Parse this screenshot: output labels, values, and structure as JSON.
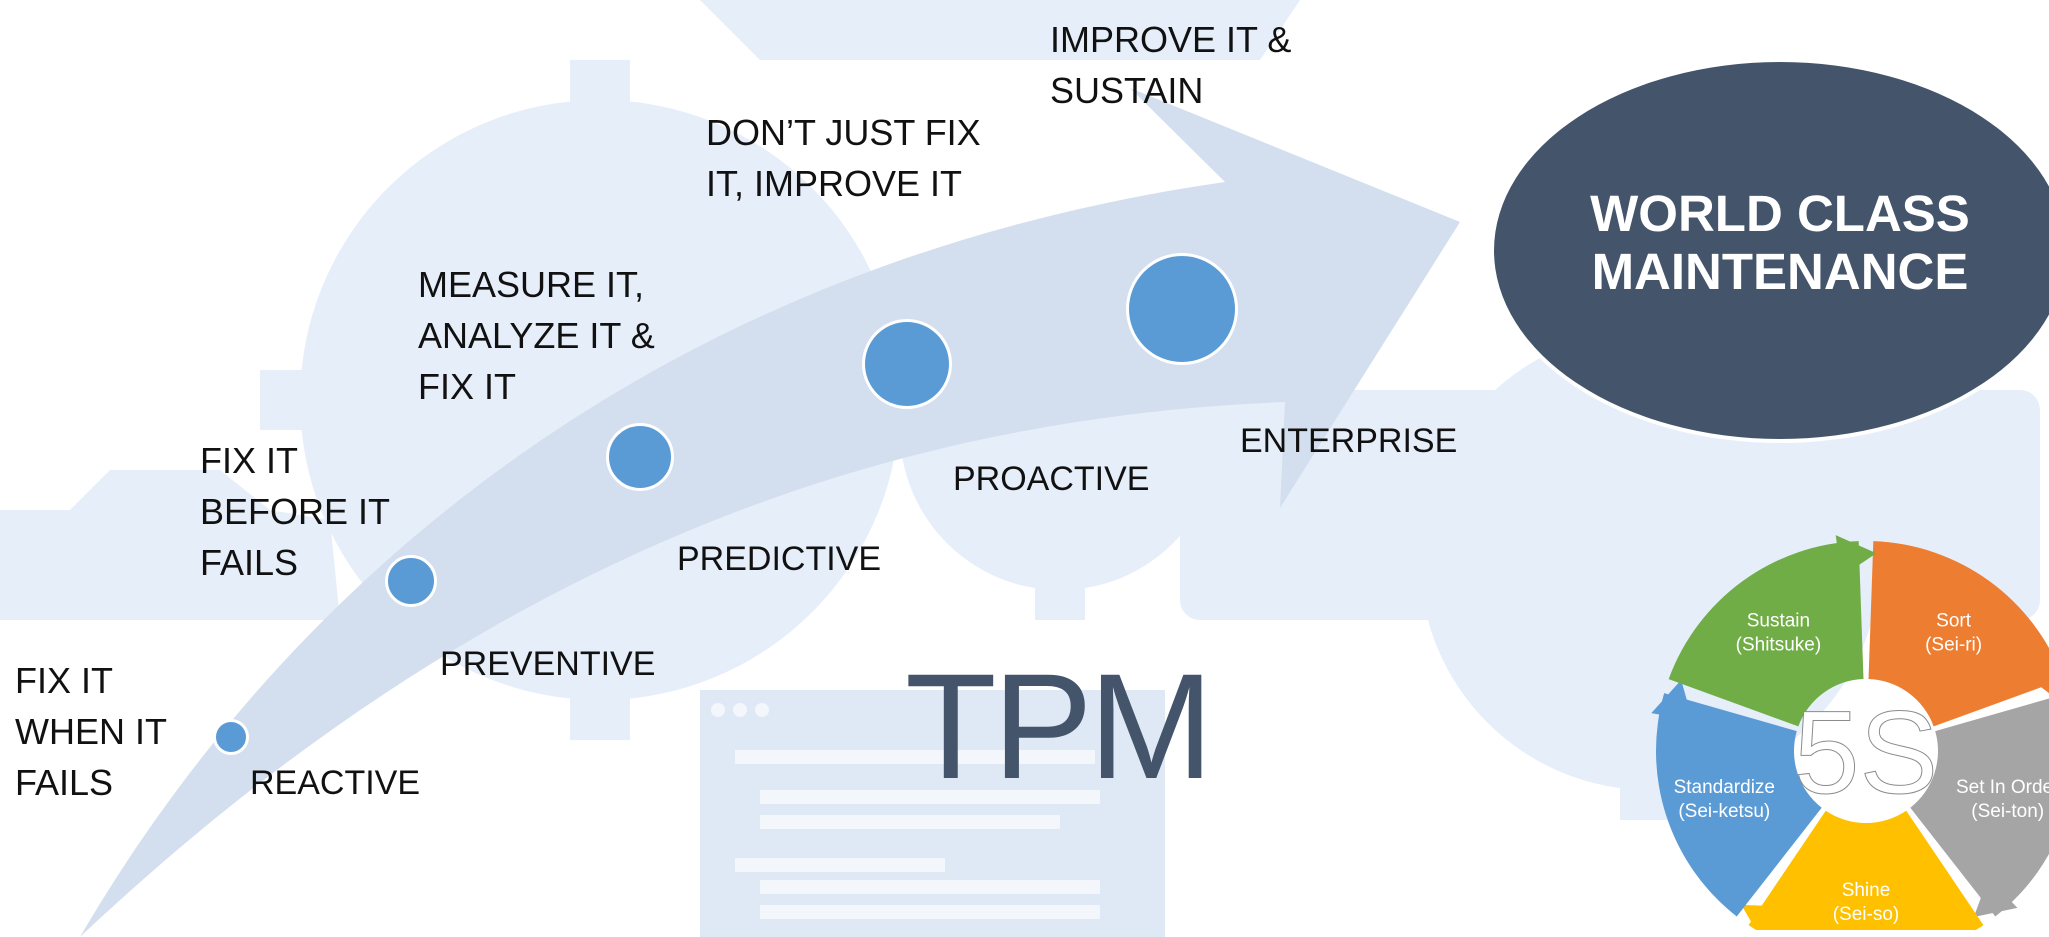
{
  "title": "TPM",
  "goal": "WORLD CLASS MAINTENANCE",
  "steps": [
    {
      "action": "FIX IT WHEN IT FAILS",
      "lines": [
        "FIX IT",
        "WHEN IT",
        "FAILS"
      ],
      "stage": "REACTIVE"
    },
    {
      "action": "FIX IT BEFORE IT FAILS",
      "lines": [
        "FIX IT",
        "BEFORE IT",
        "FAILS"
      ],
      "stage": "PREVENTIVE"
    },
    {
      "action": "MEASURE IT, ANALYZE IT & FIX IT",
      "lines": [
        "MEASURE IT,",
        "ANALYZE IT &",
        "FIX IT"
      ],
      "stage": "PREDICTIVE"
    },
    {
      "action": "DON’T JUST FIX IT, IMPROVE IT",
      "lines": [
        "DON’T JUST FIX",
        "IT, IMPROVE IT"
      ],
      "stage": "PROACTIVE"
    },
    {
      "action": "IMPROVE IT & SUSTAIN",
      "lines": [
        "IMPROVE IT &",
        "SUSTAIN"
      ],
      "stage": "ENTERPRISE"
    }
  ],
  "five_s": {
    "center": "5S",
    "segments": [
      {
        "name": "Sort",
        "japanese": "(Sei-ri)",
        "color": "#ed7d31"
      },
      {
        "name": "Set In Order",
        "japanese": "(Sei-ton)",
        "color": "#a5a5a5"
      },
      {
        "name": "Shine",
        "japanese": "(Sei-so)",
        "color": "#ffc000"
      },
      {
        "name": "Standardize",
        "japanese": "(Sei-ketsu)",
        "color": "#5b9bd5"
      },
      {
        "name": "Sustain",
        "japanese": "(Shitsuke)",
        "color": "#70ad47"
      }
    ]
  },
  "colors": {
    "arrow": "#d5e0ef",
    "dot": "#5b9bd5",
    "goal_fill": "#44546a",
    "title_text": "#44546a",
    "background_art": "#e3ecf8"
  }
}
